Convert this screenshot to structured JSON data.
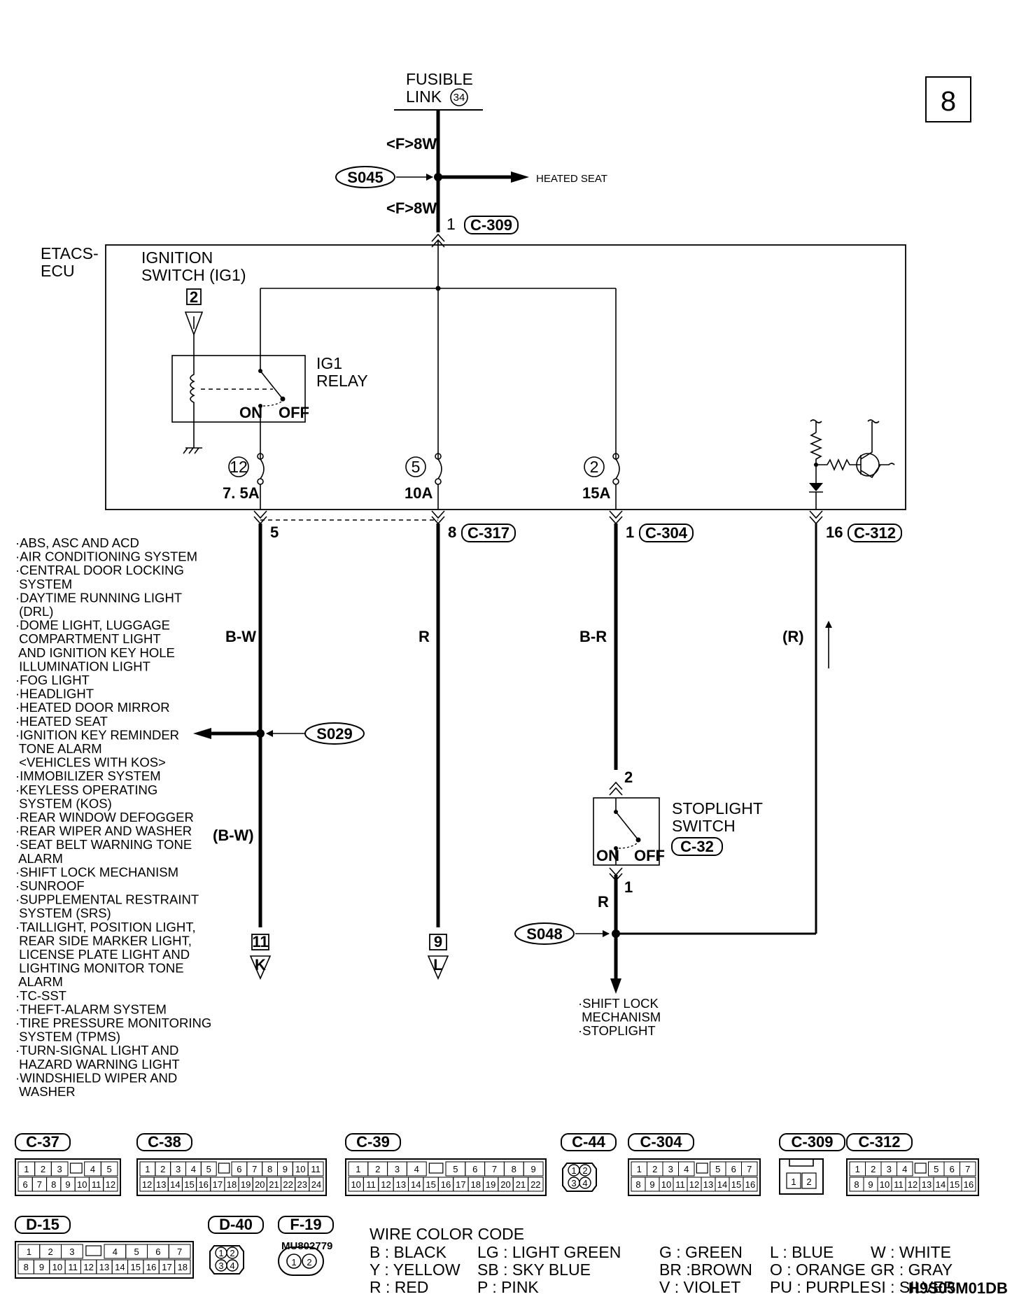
{
  "page_number": "8",
  "source": {
    "line1": "FUSIBLE",
    "line2": "LINK",
    "link_number": "34",
    "wire_upper": "<F>8W",
    "wire_lower": "<F>8W",
    "pin": "1",
    "connector": "C-309"
  },
  "heated_seat_splice": {
    "splice": "S045",
    "label": "HEATED SEAT"
  },
  "ecu": {
    "label_line1": "ETACS-",
    "label_line2": "ECU",
    "ign_line1": "IGNITION",
    "ign_line2": "SWITCH (IG1)",
    "ign_terminal": "2",
    "relay_line1": "IG1",
    "relay_line2": "RELAY",
    "relay_on": "ON",
    "relay_off": "OFF"
  },
  "fuses": [
    {
      "number": "12",
      "rating": "7. 5A"
    },
    {
      "number": "5",
      "rating": "10A"
    },
    {
      "number": "2",
      "rating": "15A"
    }
  ],
  "outputs": [
    {
      "pin": "5",
      "connector": "",
      "wire": "B-W"
    },
    {
      "pin": "8",
      "connector": "C-317",
      "wire": "R"
    },
    {
      "pin": "1",
      "connector": "C-304",
      "wire": "B-R"
    },
    {
      "pin": "16",
      "connector": "C-312",
      "wire": "(R)"
    }
  ],
  "splice_s029": "S029",
  "alt_wire": "(B-W)",
  "terminals": [
    {
      "number": "11",
      "letter": "K"
    },
    {
      "number": "9",
      "letter": "L"
    }
  ],
  "stoplight": {
    "pin_in": "2",
    "line1": "STOPLIGHT",
    "line2": "SWITCH",
    "connector": "C-32",
    "on": "ON",
    "off": "OFF",
    "pin_out": "1",
    "wire": "R"
  },
  "splice_s048": "S048",
  "stoplight_dest": [
    "·SHIFT LOCK",
    " MECHANISM",
    "·STOPLIGHT"
  ],
  "systems_list": [
    "·ABS, ASC AND ACD",
    "·AIR CONDITIONING SYSTEM",
    "·CENTRAL DOOR LOCKING",
    " SYSTEM",
    "·DAYTIME RUNNING LIGHT",
    " (DRL)",
    "·DOME LIGHT, LUGGAGE",
    " COMPARTMENT LIGHT",
    " AND IGNITION KEY HOLE",
    " ILLUMINATION LIGHT",
    "·FOG LIGHT",
    "·HEADLIGHT",
    "·HEATED DOOR MIRROR",
    "·HEATED SEAT",
    "·IGNITION KEY REMINDER",
    " TONE ALARM",
    " <VEHICLES WITH KOS>",
    "·IMMOBILIZER SYSTEM",
    "·KEYLESS OPERATING",
    " SYSTEM (KOS)",
    "·REAR WINDOW DEFOGGER",
    "·REAR WIPER AND WASHER",
    "·SEAT BELT WARNING TONE",
    " ALARM",
    "·SHIFT LOCK MECHANISM",
    "·SUNROOF",
    "·SUPPLEMENTAL RESTRAINT",
    " SYSTEM (SRS)",
    "·TAILLIGHT, POSITION LIGHT,",
    " REAR SIDE MARKER LIGHT,",
    " LICENSE PLATE LIGHT AND",
    " LIGHTING MONITOR TONE",
    " ALARM",
    "·TC-SST",
    "·THEFT-ALARM SYSTEM",
    "·TIRE PRESSURE MONITORING",
    " SYSTEM (TPMS)",
    "·TURN-SIGNAL LIGHT AND",
    " HAZARD WARNING LIGHT",
    "·WINDSHIELD WIPER AND",
    " WASHER"
  ],
  "connectors": [
    {
      "name": "C-37",
      "row1": [
        "1",
        "2",
        "3",
        "",
        "4",
        "5"
      ],
      "row2": [
        "6",
        "7",
        "8",
        "9",
        "10",
        "11",
        "12"
      ]
    },
    {
      "name": "C-38",
      "row1": [
        "1",
        "2",
        "3",
        "4",
        "5",
        "",
        "6",
        "7",
        "8",
        "9",
        "10",
        "11"
      ],
      "row2": [
        "12",
        "13",
        "14",
        "15",
        "16",
        "17",
        "18",
        "19",
        "20",
        "21",
        "22",
        "23",
        "24"
      ]
    },
    {
      "name": "C-39",
      "row1": [
        "1",
        "2",
        "3",
        "4",
        "",
        "5",
        "6",
        "7",
        "8",
        "9"
      ],
      "row2": [
        "10",
        "11",
        "12",
        "13",
        "14",
        "15",
        "16",
        "17",
        "18",
        "19",
        "20",
        "21",
        "22"
      ]
    },
    {
      "name": "C-44",
      "row1": [
        "1",
        "2"
      ],
      "row2": [
        "3",
        "4"
      ]
    },
    {
      "name": "C-304",
      "row1": [
        "1",
        "2",
        "3",
        "4",
        "",
        "5",
        "6",
        "7"
      ],
      "row2": [
        "8",
        "9",
        "10",
        "11",
        "12",
        "13",
        "14",
        "15",
        "16"
      ]
    },
    {
      "name": "C-309",
      "row1": [
        "1",
        "2"
      ],
      "row2": []
    },
    {
      "name": "C-312",
      "row1": [
        "1",
        "2",
        "3",
        "4",
        "",
        "5",
        "6",
        "7"
      ],
      "row2": [
        "8",
        "9",
        "10",
        "11",
        "12",
        "13",
        "14",
        "15",
        "16"
      ]
    },
    {
      "name": "D-15",
      "row1": [
        "1",
        "2",
        "3",
        "",
        "4",
        "5",
        "6",
        "7"
      ],
      "row2": [
        "8",
        "9",
        "10",
        "11",
        "12",
        "13",
        "14",
        "15",
        "16",
        "17",
        "18"
      ]
    },
    {
      "name": "D-40",
      "row1": [
        "1",
        "2"
      ],
      "row2": [
        "3",
        "4"
      ]
    },
    {
      "name": "F-19",
      "row1": [
        "1",
        "2"
      ],
      "row2": []
    }
  ],
  "part_number": "MU802779",
  "wire_color_code": {
    "title": "WIRE COLOR CODE",
    "rows": [
      [
        "B : BLACK",
        "LG : LIGHT GREEN",
        "G : GREEN",
        "L : BLUE",
        "W : WHITE"
      ],
      [
        "Y : YELLOW",
        "SB : SKY BLUE",
        "BR :BROWN",
        "O : ORANGE",
        "GR : GRAY"
      ],
      [
        "R : RED",
        "P : PINK",
        "V : VIOLET",
        "PU : PURPLE",
        "SI : SILVER"
      ]
    ]
  },
  "figure_code": "H9S05M01DB"
}
